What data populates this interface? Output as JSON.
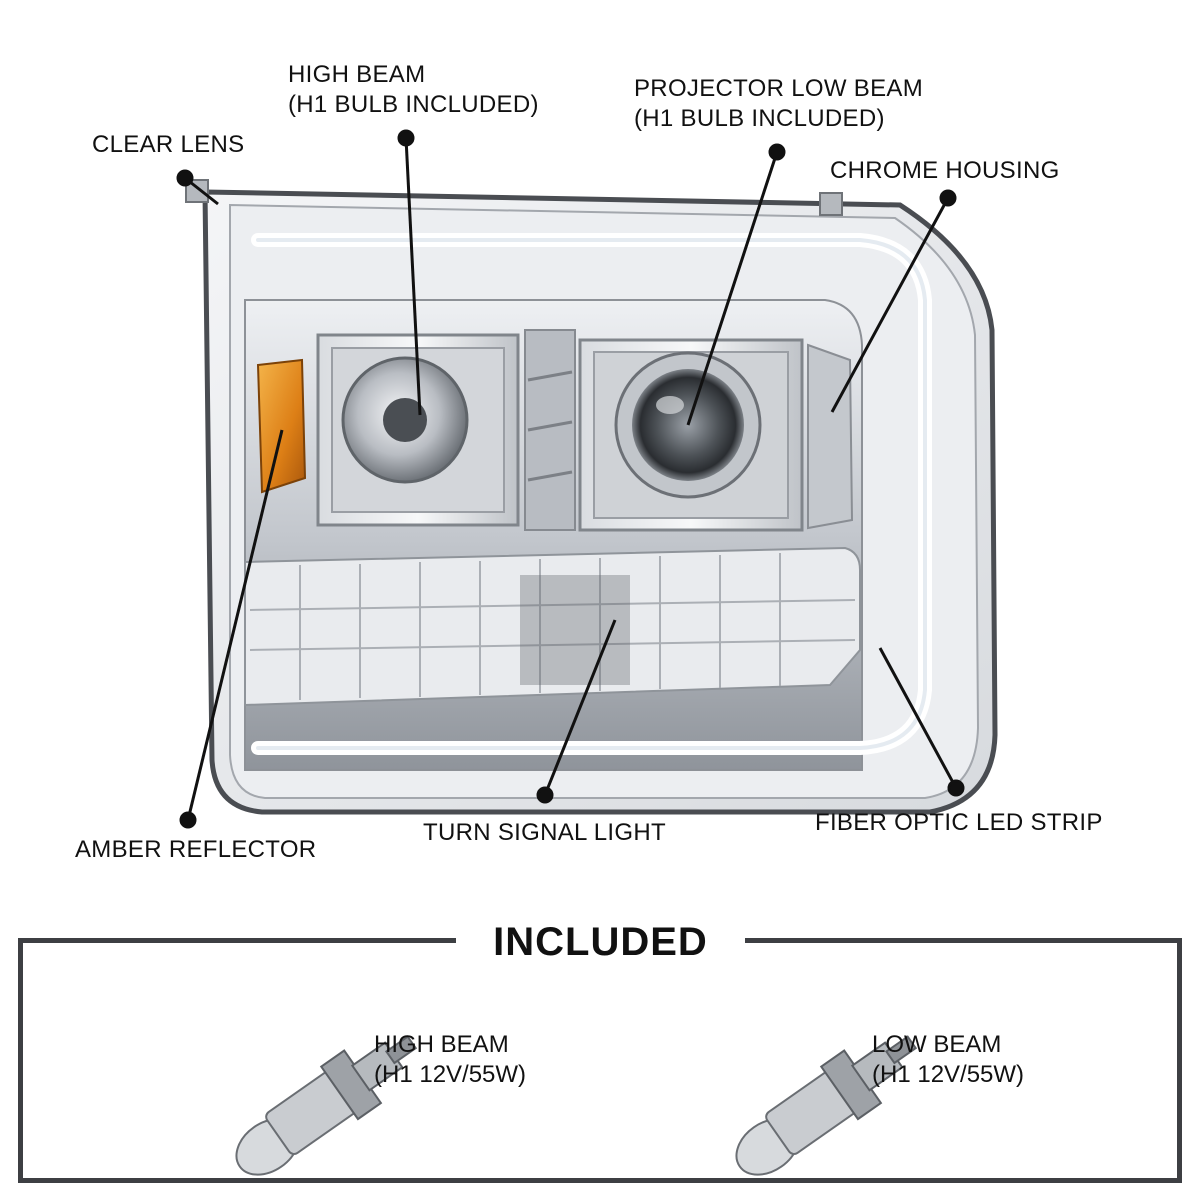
{
  "callouts": {
    "clear_lens": "CLEAR LENS",
    "high_beam": [
      "HIGH BEAM",
      "(H1 BULB INCLUDED)"
    ],
    "projector_low_beam": [
      "PROJECTOR LOW BEAM",
      "(H1 BULB INCLUDED)"
    ],
    "chrome_housing": "CHROME HOUSING",
    "amber_reflector": "AMBER REFLECTOR",
    "turn_signal_light": "TURN SIGNAL LIGHT",
    "fiber_optic_led_strip": "FIBER OPTIC LED STRIP"
  },
  "included": {
    "title": "INCLUDED",
    "bulbs": [
      {
        "name": "HIGH BEAM",
        "spec": "(H1 12V/55W)"
      },
      {
        "name": "LOW BEAM",
        "spec": "(H1 12V/55W)"
      }
    ]
  },
  "colors": {
    "chrome": "#c9ccd1",
    "chrome_dark": "#8c9096",
    "amber": "#e08a1c",
    "frame": "#3d3f43",
    "led": "#ffffff"
  }
}
